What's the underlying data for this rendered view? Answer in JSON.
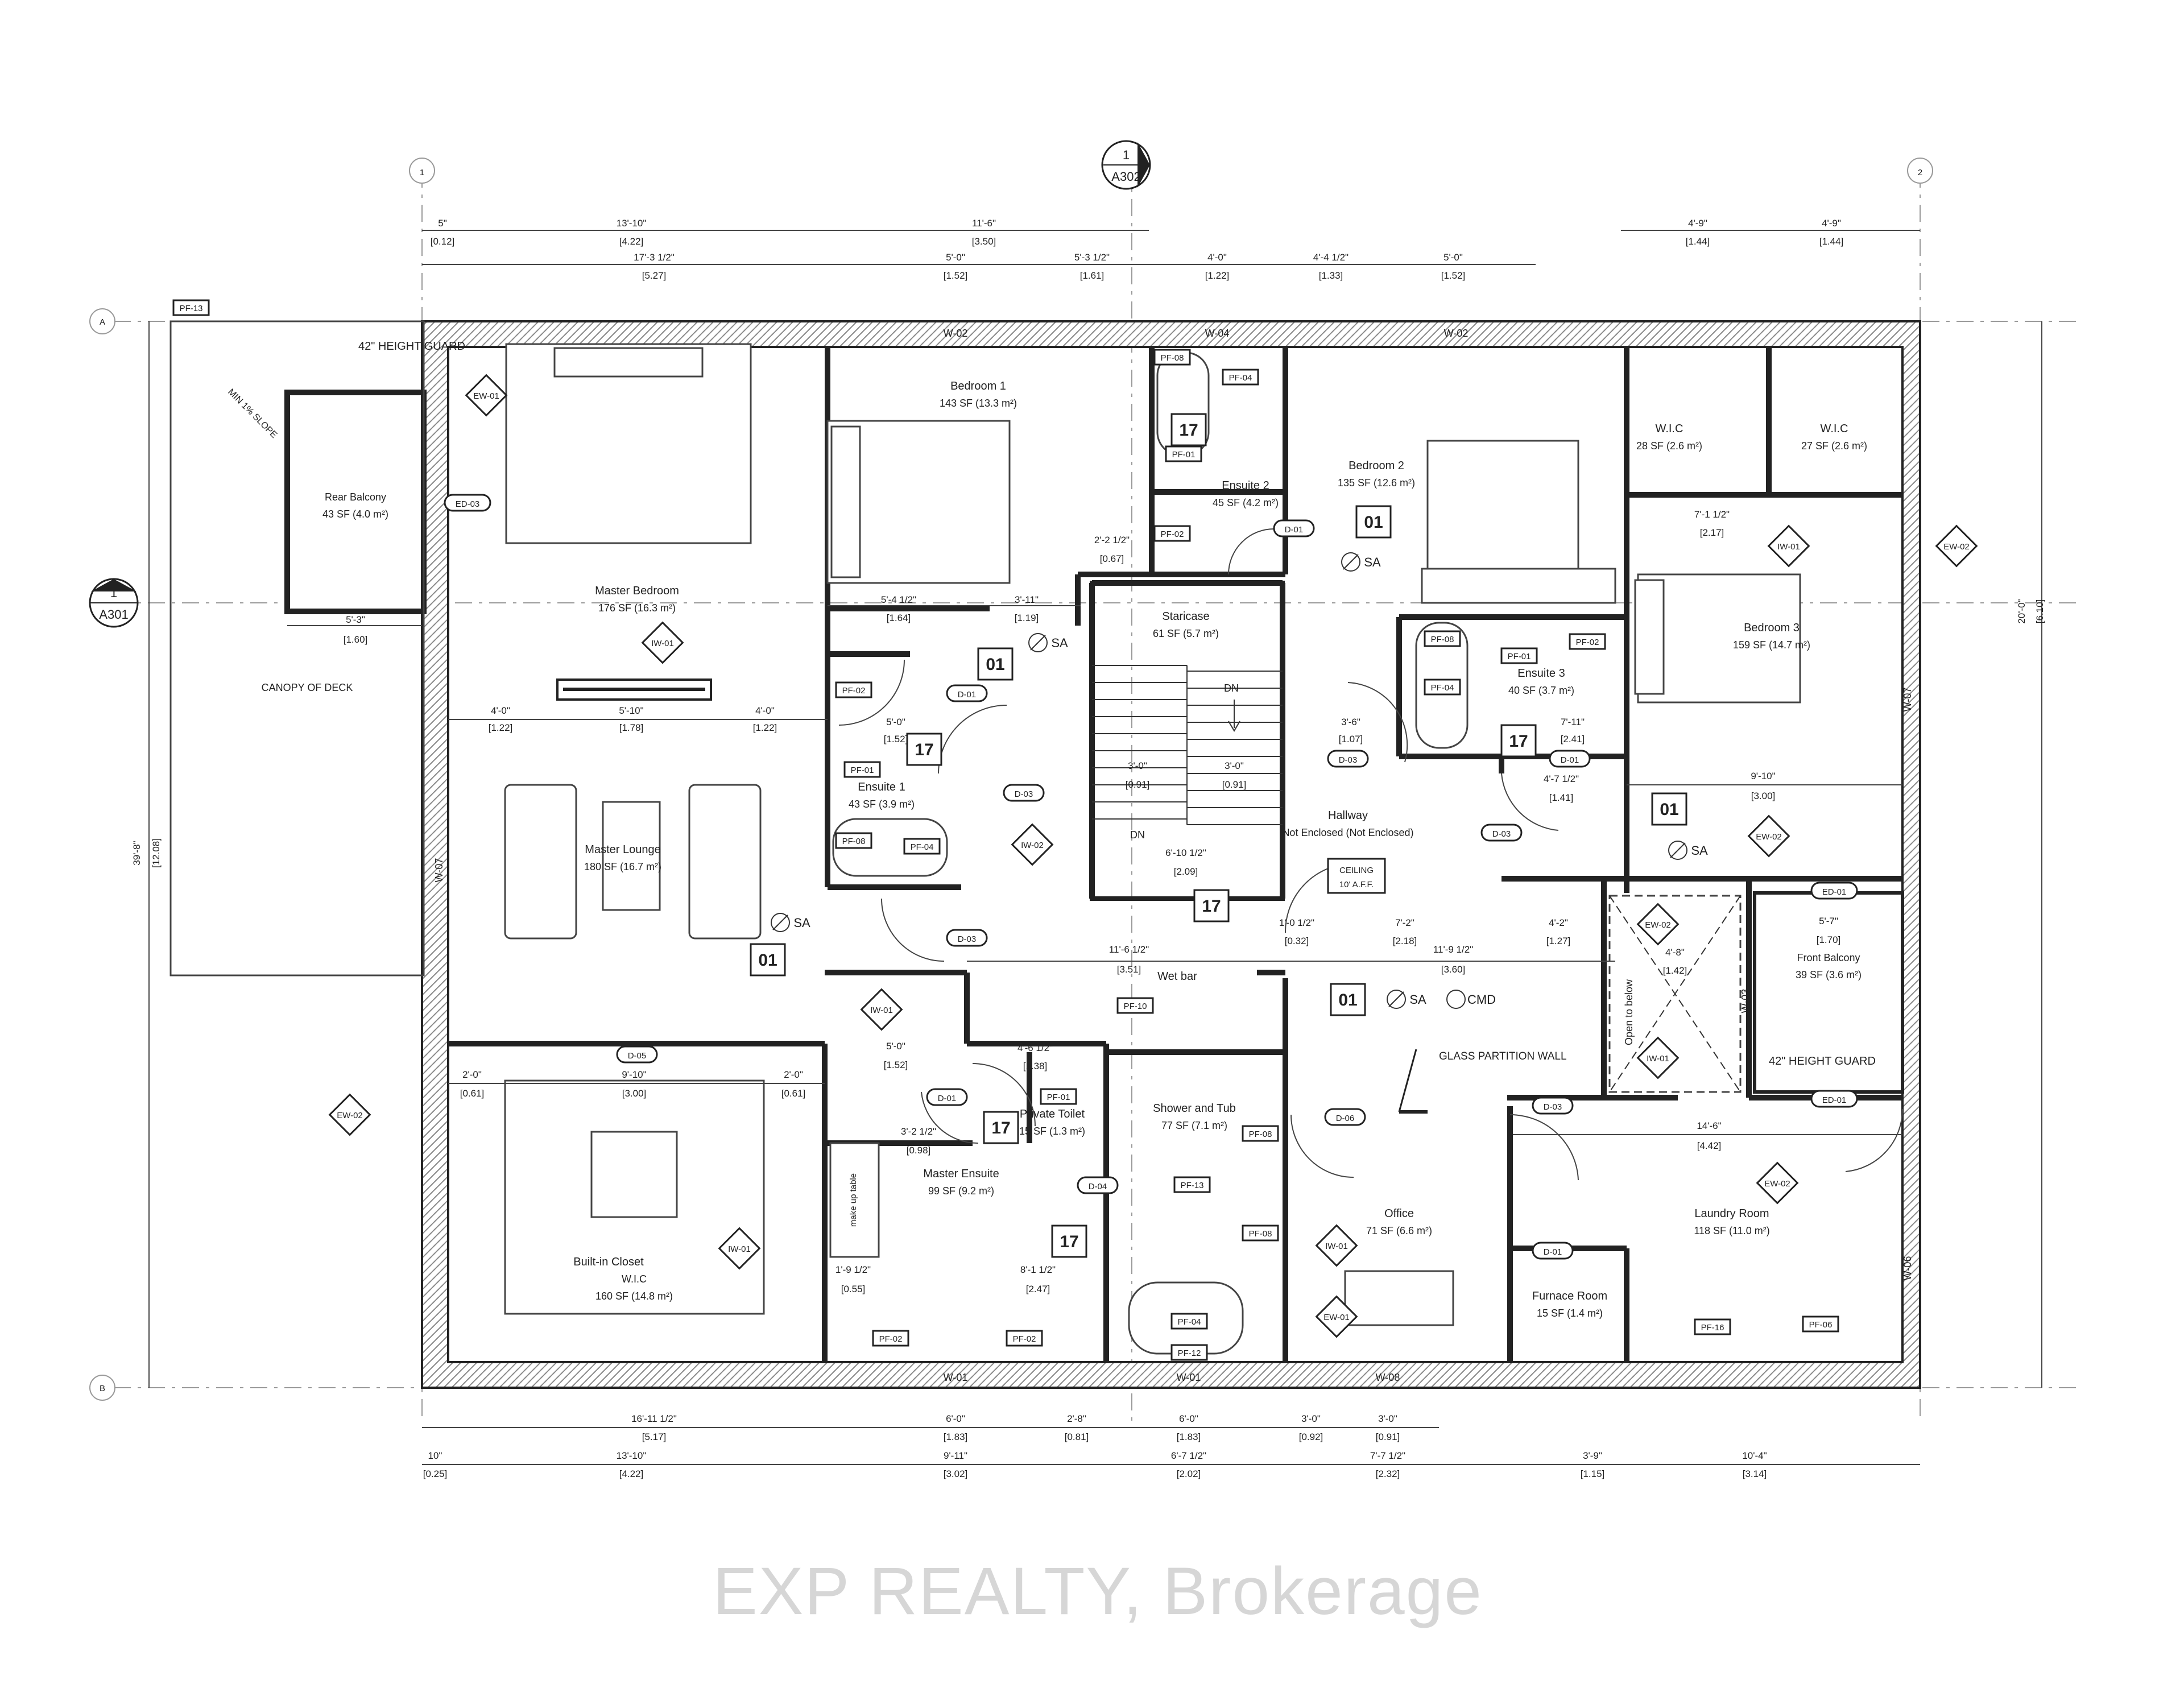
{
  "rooms": {
    "master_bedroom": {
      "name": "Master Bedroom",
      "area": "176 SF (16.3 m²)"
    },
    "bedroom1": {
      "name": "Bedroom 1",
      "area": "143 SF (13.3 m²)"
    },
    "bedroom2": {
      "name": "Bedroom 2",
      "area": "135 SF (12.6 m²)"
    },
    "bedroom3": {
      "name": "Bedroom 3",
      "area": "159 SF (14.7 m²)"
    },
    "ensuite1": {
      "name": "Ensuite 1",
      "area": "43 SF (3.9 m²)"
    },
    "ensuite2": {
      "name": "Ensuite 2",
      "area": "45 SF (4.2 m²)"
    },
    "ensuite3": {
      "name": "Ensuite 3",
      "area": "40 SF (3.7 m²)"
    },
    "wic_b2": {
      "name": "W.I.C",
      "area": "28 SF (2.6 m²)"
    },
    "wic_b3": {
      "name": "W.I.C",
      "area": "27 SF (2.6 m²)"
    },
    "staircase": {
      "name": "Staricase",
      "area": "61 SF (5.7 m²)"
    },
    "hallway": {
      "name": "Hallway",
      "area": "Not Enclosed (Not Enclosed)"
    },
    "master_lounge": {
      "name": "Master Lounge",
      "area": "180 SF (16.7 m²)"
    },
    "rear_balcony": {
      "name": "Rear Balcony",
      "area": "43 SF (4.0 m²)"
    },
    "canopy": {
      "name": "CANOPY OF DECK"
    },
    "builtin_closet": {
      "name": "Built-in Closet",
      "sub": "W.I.C",
      "area": "160 SF (14.8 m²)"
    },
    "master_ensuite": {
      "name": "Master Ensuite",
      "area": "99 SF (9.2 m²)"
    },
    "private_toilet": {
      "name": "Private Toilet",
      "area": "15 SF (1.3 m²)"
    },
    "shower_tub": {
      "name": "Shower and Tub",
      "area": "77 SF (7.1 m²)"
    },
    "office": {
      "name": "Office",
      "area": "71 SF (6.6 m²)"
    },
    "furnace_room": {
      "name": "Furnace Room",
      "area": "15 SF (1.4 m²)"
    },
    "laundry_room": {
      "name": "Laundry Room",
      "area": "118 SF (11.0 m²)"
    },
    "front_balcony": {
      "name": "Front Balcony",
      "area": "39 SF (3.6 m²)"
    }
  },
  "labels": {
    "wet_bar": "Wet bar",
    "open_to_below": "Open to below",
    "glass_partition": "GLASS PARTITION WALL",
    "height_guard": "42\" HEIGHT GUARD",
    "min_slope": "MIN 1% SLOPE",
    "ceiling_1": "CEILING",
    "ceiling_2": "10' A.F.F.",
    "make_up_table": "make up table",
    "dn": "DN",
    "sa": "SA",
    "cmd": "CMD"
  },
  "section_marks": {
    "top_num": "1",
    "top_ref": "A302",
    "left_num": "1",
    "left_ref": "A301"
  },
  "grid_bubbles": {
    "g1": "1",
    "g2": "2",
    "ga": "A",
    "gb": "B"
  },
  "tags": {
    "t01": "01",
    "t17": "17"
  },
  "window_tags": {
    "w02": "W-02",
    "w04": "W-04",
    "w01": "W-01",
    "w08": "W-08",
    "w07": "W-07",
    "w03": "W-03",
    "w06": "W-06"
  },
  "door_tags": {
    "d01": "D-01",
    "d03": "D-03",
    "d04": "D-04",
    "d05": "D-05",
    "d06": "D-06",
    "ed01": "ED-01",
    "ed03": "ED-03"
  },
  "wall_tags": {
    "ew01": "EW-01",
    "ew02": "EW-02",
    "iw01": "IW-01",
    "iw02": "IW-02"
  },
  "fixture_tags": {
    "pf01": "PF-01",
    "pf02": "PF-02",
    "pf04": "PF-04",
    "pf06": "PF-06",
    "pf08": "PF-08",
    "pf10": "PF-10",
    "pf12": "PF-12",
    "pf13": "PF-13",
    "pf16": "PF-16"
  },
  "dims": {
    "top1": [
      "5\"",
      "13'-10\"",
      "11'-6\"",
      "4'-9\"",
      "4'-9\""
    ],
    "top1m": [
      "[0.12]",
      "[4.22]",
      "[3.50]",
      "[1.44]",
      "[1.44]"
    ],
    "top2": [
      "17'-3 1/2\"",
      "5'-0\"",
      "5'-3 1/2\"",
      "4'-0\"",
      "4'-4 1/2\"",
      "5'-0\""
    ],
    "top2m": [
      "[5.27]",
      "[1.52]",
      "[1.61]",
      "[1.22]",
      "[1.33]",
      "[1.52]"
    ],
    "bot1": [
      "16'-11 1/2\"",
      "6'-0\"",
      "2'-8\"",
      "6'-0\"",
      "3'-0\"",
      "3'-0\""
    ],
    "bot1m": [
      "[5.17]",
      "[1.83]",
      "[0.81]",
      "[1.83]",
      "[0.92]",
      "[0.91]"
    ],
    "bot2": [
      "10\"",
      "13'-10\"",
      "9'-11\"",
      "6'-7 1/2\"",
      "7'-7 1/2\"",
      "3'-9\"",
      "10'-4\""
    ],
    "bot2m": [
      "[0.25]",
      "[4.22]",
      "[3.02]",
      "[2.02]",
      "[2.32]",
      "[1.15]",
      "[3.14]"
    ],
    "left_total": "39'-8\"",
    "left_total_m": "[12.08]",
    "right_total": "20'-0\"",
    "right_total_m": "[6.10]",
    "balc_w": "5'-3\"",
    "balc_wm": "[1.60]",
    "ml_a": "4'-0\"",
    "ml_am": "[1.22]",
    "ml_b": "5'-10\"",
    "ml_bm": "[1.78]",
    "ml_c": "4'-0\"",
    "ml_cm": "[1.22]",
    "closet_a": "2'-0\"",
    "closet_am": "[0.61]",
    "closet_b": "9'-10\"",
    "closet_bm": "[3.00]",
    "closet_c": "2'-0\"",
    "closet_cm": "[0.61]",
    "stair_a": "3'-0\"",
    "stair_am": "[0.91]",
    "stair_b": "3'-0\"",
    "stair_bm": "[0.91]",
    "stair_w": "6'-10 1/2\"",
    "stair_wm": "[2.09]",
    "wetbar_w": "11'-6 1/2\"",
    "wetbar_wm": "[3.51]",
    "hall_w": "11'-9 1/2\"",
    "hall_wm": "[3.60]",
    "hall_a": "7'-2\"",
    "hall_am": "[2.18]",
    "hall_b": "4'-2\"",
    "hall_bm": "[1.27]",
    "b3_w": "9'-10\"",
    "b3_wm": "[3.00]",
    "laundry_w": "14'-6\"",
    "laundry_wm": "[4.42]",
    "fb_w": "5'-7\"",
    "fb_wm": "[1.70]",
    "otb_w": "4'-8\"",
    "otb_wm": "[1.42]",
    "b1_a": "5'-4 1/2\"",
    "b1_am": "[1.64]",
    "b1_b": "3'-11\"",
    "b1_bm": "[1.19]",
    "e1_w": "5'-0\"",
    "e1_wm": "[1.52]",
    "me_a": "5'-0\"",
    "me_am": "[1.52]",
    "me_b": "8'-1 1/2\"",
    "me_bm": "[2.47]",
    "me_c": "1'-9 1/2\"",
    "me_cm": "[0.55]",
    "me_d": "3'-2 1/2\"",
    "me_dm": "[0.98]",
    "pt_w": "4'-6 1/2\"",
    "pt_wm": "[1.38]",
    "b2_w": "3'-6\"",
    "b2_wm": "[1.07]",
    "e3_w": "7'-11\"",
    "e3_wm": "[2.41]",
    "e3_b": "4'-7 1/2\"",
    "e3_bm": "[1.41]",
    "b3_a": "7'-1 1/2\"",
    "b3_am": "[2.17]",
    "e2_a": "2'-2 1/2\"",
    "e2_am": "[0.67]",
    "hall_c": "1'-0 1/2\"",
    "hall_cm": "[0.32]"
  }
}
